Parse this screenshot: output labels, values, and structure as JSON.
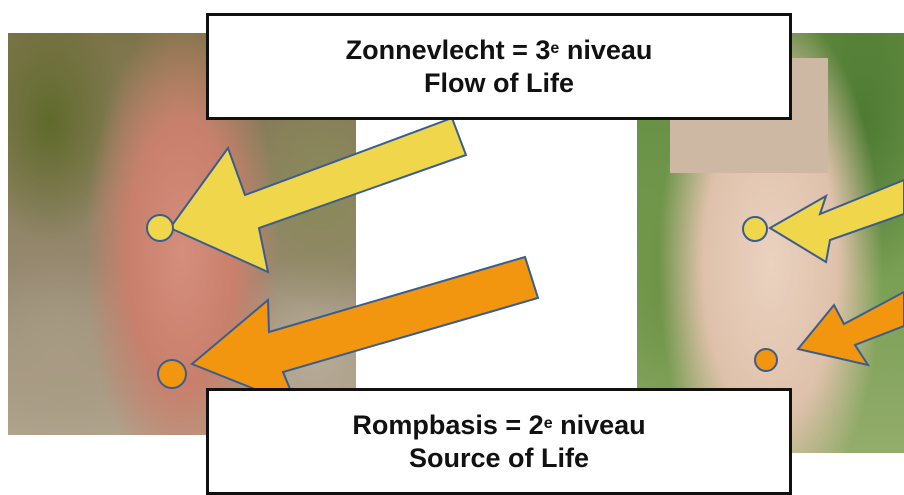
{
  "labels": {
    "top": {
      "line1_before": "Zonnevlecht = 3",
      "line1_sup": "e",
      "line1_after": " niveau",
      "line2": "Flow of Life"
    },
    "bottom": {
      "line1_before": "Rompbasis = 2",
      "line1_sup": "e",
      "line1_after": " niveau",
      "line2": "Source of Life"
    }
  },
  "colors": {
    "yellow": "#efd64b",
    "orange": "#f2960f",
    "outline": "#3a5d8f"
  }
}
